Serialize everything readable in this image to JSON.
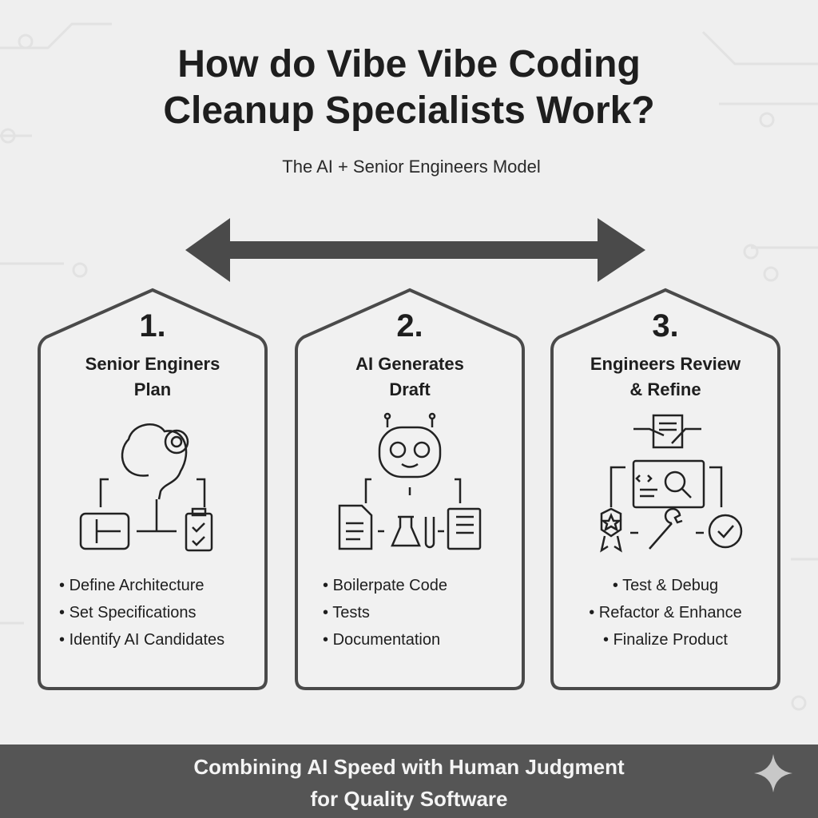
{
  "title_line1": "How do Vibe Vibe Coding",
  "title_line2": "Cleanup Specialists Work?",
  "subtitle": "The AI + Senior Engineers Model",
  "steps": [
    {
      "number": "1.",
      "title1": "Senior Enginers",
      "title2": "Plan",
      "bullets": [
        "Define Architecture",
        "Set Specifications",
        "Identify AI Candidates"
      ]
    },
    {
      "number": "2.",
      "title1": "AI Generates",
      "title2": "Draft",
      "bullets": [
        "Boilerpate Code",
        "Tests",
        "Documentation"
      ]
    },
    {
      "number": "3.",
      "title1": "Engineers Review",
      "title2": "& Refine",
      "bullets": [
        "Test & Debug",
        "Refactor & Enhance",
        "Finalize Product"
      ]
    }
  ],
  "footer_line1": "Combining AI Speed with Human Judgment",
  "footer_line2": "for Quality Software",
  "colors": {
    "background": "#efefef",
    "stroke": "#444444",
    "footer": "#555555"
  }
}
